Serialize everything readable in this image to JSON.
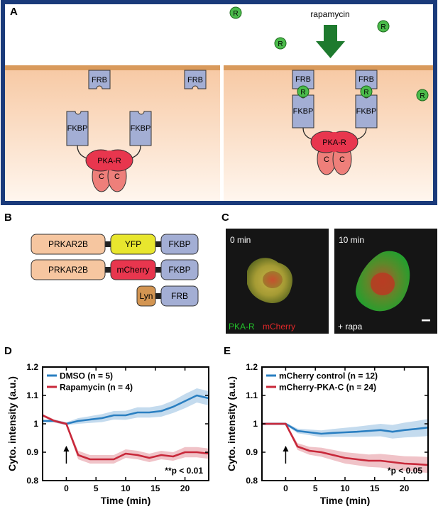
{
  "panel_labels": {
    "A": "A",
    "B": "B",
    "C": "C",
    "D": "D",
    "E": "E"
  },
  "panelA": {
    "stimulus": "rapamycin",
    "R": "R",
    "FRB": "FRB",
    "FKBP": "FKBP",
    "PKA_R": "PKA-R",
    "C": "C"
  },
  "panelB": {
    "constructs": [
      {
        "parts": [
          "PRKAR2B",
          "YFP",
          "FKBP"
        ]
      },
      {
        "parts": [
          "PRKAR2B",
          "mCherry",
          "FKBP"
        ]
      },
      {
        "parts": [
          "Lyn",
          "FRB"
        ]
      }
    ]
  },
  "panelC": {
    "left_time": "0 min",
    "right_time": "10 min",
    "label_green": "PKA-R",
    "label_red": "mCherry",
    "label_rapa": "+ rapa"
  },
  "colors": {
    "blue": "#2a7fc1",
    "red": "#c8283a",
    "frame": "#1a3a7a",
    "membrane": "#d99a5c",
    "FRB": "#a3aed4",
    "PKA": "#e8364e",
    "C": "#ee7f7a",
    "R": "#4bbb4b"
  },
  "chart_data": [
    {
      "type": "line",
      "panel": "D",
      "xlabel": "Time (min)",
      "ylabel": "Cyto. intensity (a.u.)",
      "xlim": [
        -4,
        24
      ],
      "ylim": [
        0.8,
        1.2
      ],
      "xticks": [
        0,
        5,
        10,
        15,
        20
      ],
      "yticks": [
        0.8,
        0.9,
        1,
        1.1,
        1.2
      ],
      "ytick_labels": [
        "0.8",
        "0.9",
        "1",
        "1.1",
        "1.2"
      ],
      "annotation": "**p < 0.01",
      "series": [
        {
          "name": "DMSO (n = 5)",
          "color": "#2a7fc1",
          "x": [
            -4,
            -2,
            0,
            2,
            4,
            6,
            8,
            10,
            12,
            14,
            16,
            18,
            20,
            22,
            24
          ],
          "y": [
            1.01,
            1.01,
            1.0,
            1.01,
            1.015,
            1.02,
            1.03,
            1.03,
            1.04,
            1.04,
            1.045,
            1.06,
            1.08,
            1.1,
            1.09
          ],
          "err": [
            0.005,
            0.005,
            0.005,
            0.01,
            0.012,
            0.014,
            0.015,
            0.016,
            0.018,
            0.018,
            0.02,
            0.022,
            0.025,
            0.025,
            0.025
          ]
        },
        {
          "name": "Rapamycin (n = 4)",
          "color": "#c8283a",
          "x": [
            -4,
            -2,
            0,
            2,
            4,
            6,
            8,
            10,
            12,
            14,
            16,
            18,
            20,
            22,
            24
          ],
          "y": [
            1.03,
            1.01,
            1.0,
            0.89,
            0.875,
            0.875,
            0.875,
            0.895,
            0.89,
            0.88,
            0.89,
            0.885,
            0.9,
            0.9,
            0.895
          ],
          "err": [
            0.005,
            0.005,
            0.005,
            0.015,
            0.015,
            0.015,
            0.015,
            0.015,
            0.015,
            0.015,
            0.015,
            0.015,
            0.018,
            0.018,
            0.018
          ]
        }
      ]
    },
    {
      "type": "line",
      "panel": "E",
      "xlabel": "Time (min)",
      "ylabel": "Cyto. intensity (a.u.)",
      "xlim": [
        -4,
        24
      ],
      "ylim": [
        0.8,
        1.2
      ],
      "xticks": [
        0,
        5,
        10,
        15,
        20
      ],
      "yticks": [
        0.8,
        0.9,
        1,
        1.1,
        1.2
      ],
      "ytick_labels": [
        "0.8",
        "0.9",
        "1",
        "1.1",
        "1.2"
      ],
      "annotation": "*p < 0.05",
      "series": [
        {
          "name": "mCherry control (n = 12)",
          "color": "#2a7fc1",
          "x": [
            -4,
            -2,
            0,
            2,
            4,
            6,
            8,
            10,
            12,
            14,
            16,
            18,
            20,
            22,
            24
          ],
          "y": [
            1.0,
            1.0,
            1.0,
            0.975,
            0.97,
            0.965,
            0.968,
            0.97,
            0.972,
            0.975,
            0.978,
            0.972,
            0.978,
            0.982,
            0.987
          ],
          "err": [
            0.004,
            0.004,
            0.004,
            0.008,
            0.01,
            0.012,
            0.014,
            0.016,
            0.018,
            0.02,
            0.022,
            0.024,
            0.026,
            0.028,
            0.03
          ]
        },
        {
          "name": "mCherry-PKA-C (n = 24)",
          "color": "#c8283a",
          "x": [
            -4,
            -2,
            0,
            2,
            4,
            6,
            8,
            10,
            12,
            14,
            16,
            18,
            20,
            22,
            24
          ],
          "y": [
            1.0,
            1.0,
            1.0,
            0.92,
            0.905,
            0.9,
            0.89,
            0.88,
            0.875,
            0.87,
            0.87,
            0.865,
            0.86,
            0.858,
            0.855
          ],
          "err": [
            0.004,
            0.004,
            0.004,
            0.012,
            0.014,
            0.016,
            0.018,
            0.02,
            0.021,
            0.022,
            0.024,
            0.025,
            0.026,
            0.027,
            0.028
          ]
        }
      ]
    }
  ]
}
